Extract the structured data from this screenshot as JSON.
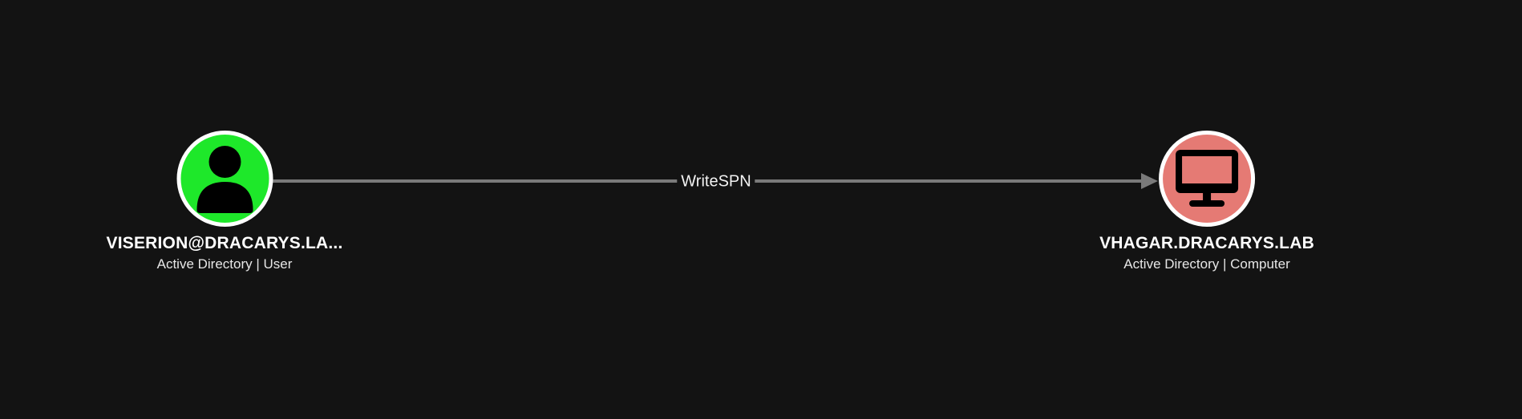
{
  "colors": {
    "background": "#131313",
    "edge": "#7a7a7a",
    "user_node": "#1ee82a",
    "computer_node": "#e57a74",
    "node_border": "#ffffff",
    "icon": "#000000"
  },
  "nodes": [
    {
      "id": "user",
      "label": "VISERION@DRACARYS.LA...",
      "subtitle": "Active Directory | User",
      "icon": "user-icon"
    },
    {
      "id": "computer",
      "label": "VHAGAR.DRACARYS.LAB",
      "subtitle": "Active Directory | Computer",
      "icon": "computer-icon"
    }
  ],
  "edges": [
    {
      "from": "user",
      "to": "computer",
      "label": "WriteSPN"
    }
  ]
}
